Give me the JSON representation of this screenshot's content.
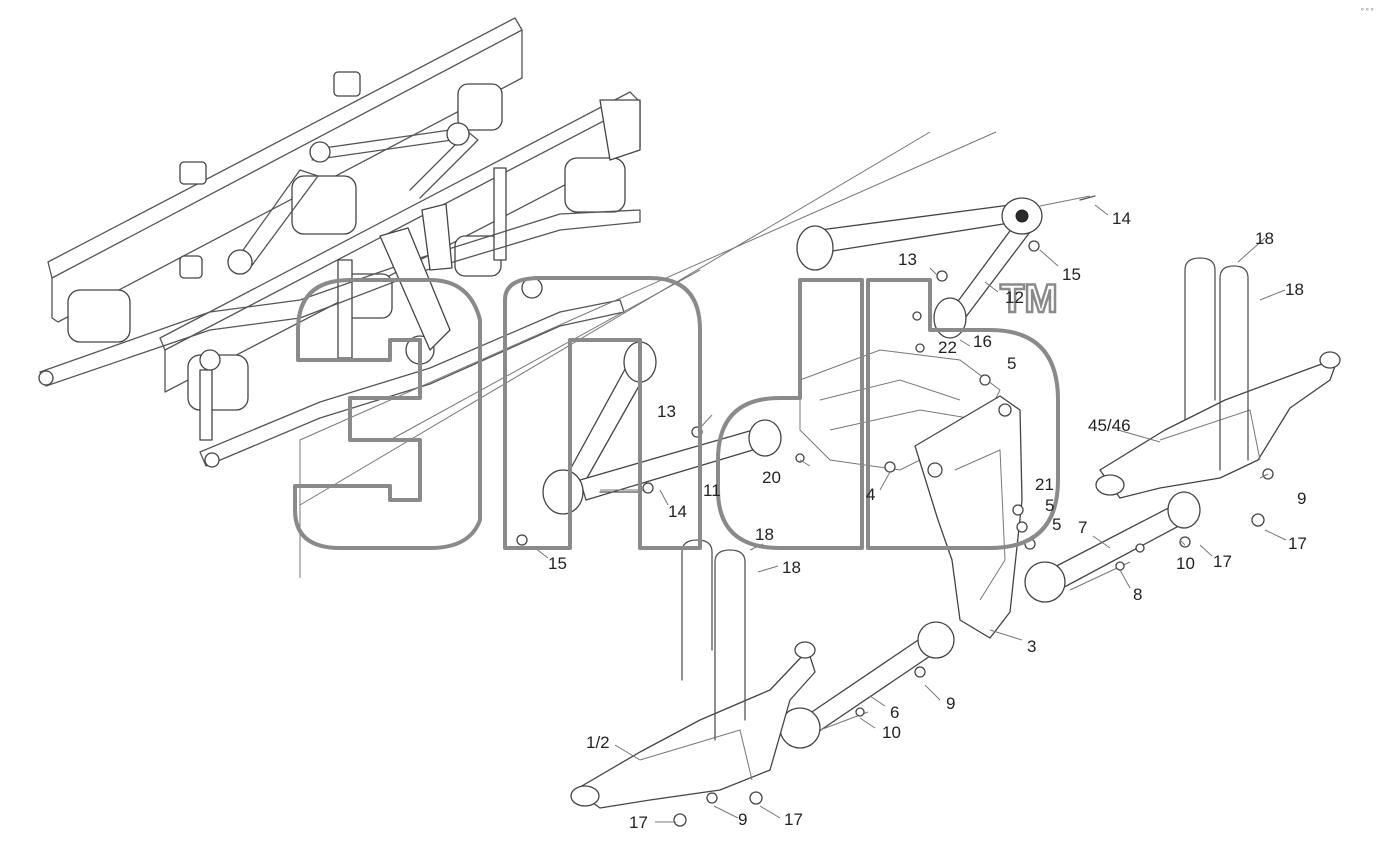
{
  "corner_mark": "°°°",
  "watermark": {
    "tm": "TM"
  },
  "callouts": [
    {
      "id": "c14a",
      "text": "14"
    },
    {
      "id": "c18a",
      "text": "18"
    },
    {
      "id": "c18b",
      "text": "18"
    },
    {
      "id": "c13a",
      "text": "13"
    },
    {
      "id": "c15a",
      "text": "15"
    },
    {
      "id": "c12",
      "text": "12"
    },
    {
      "id": "c22",
      "text": "22"
    },
    {
      "id": "c16",
      "text": "16"
    },
    {
      "id": "c5a",
      "text": "5"
    },
    {
      "id": "c13b",
      "text": "13"
    },
    {
      "id": "c4546",
      "text": "45/46"
    },
    {
      "id": "c20",
      "text": "20"
    },
    {
      "id": "c4",
      "text": "4"
    },
    {
      "id": "c21",
      "text": "21"
    },
    {
      "id": "c11",
      "text": "11"
    },
    {
      "id": "c9a",
      "text": "9"
    },
    {
      "id": "c14b",
      "text": "14"
    },
    {
      "id": "c5b",
      "text": "5"
    },
    {
      "id": "c5c",
      "text": "5"
    },
    {
      "id": "c7",
      "text": "7"
    },
    {
      "id": "c17a",
      "text": "17"
    },
    {
      "id": "c18c",
      "text": "18"
    },
    {
      "id": "c15b",
      "text": "15"
    },
    {
      "id": "c10a",
      "text": "10"
    },
    {
      "id": "c17b",
      "text": "17"
    },
    {
      "id": "c18d",
      "text": "18"
    },
    {
      "id": "c8",
      "text": "8"
    },
    {
      "id": "c3",
      "text": "3"
    },
    {
      "id": "c9b",
      "text": "9"
    },
    {
      "id": "c6",
      "text": "6"
    },
    {
      "id": "c10b",
      "text": "10"
    },
    {
      "id": "c12x",
      "text": "1/2"
    },
    {
      "id": "c17c",
      "text": "17"
    },
    {
      "id": "c9c",
      "text": "9"
    },
    {
      "id": "c17d",
      "text": "17"
    }
  ]
}
